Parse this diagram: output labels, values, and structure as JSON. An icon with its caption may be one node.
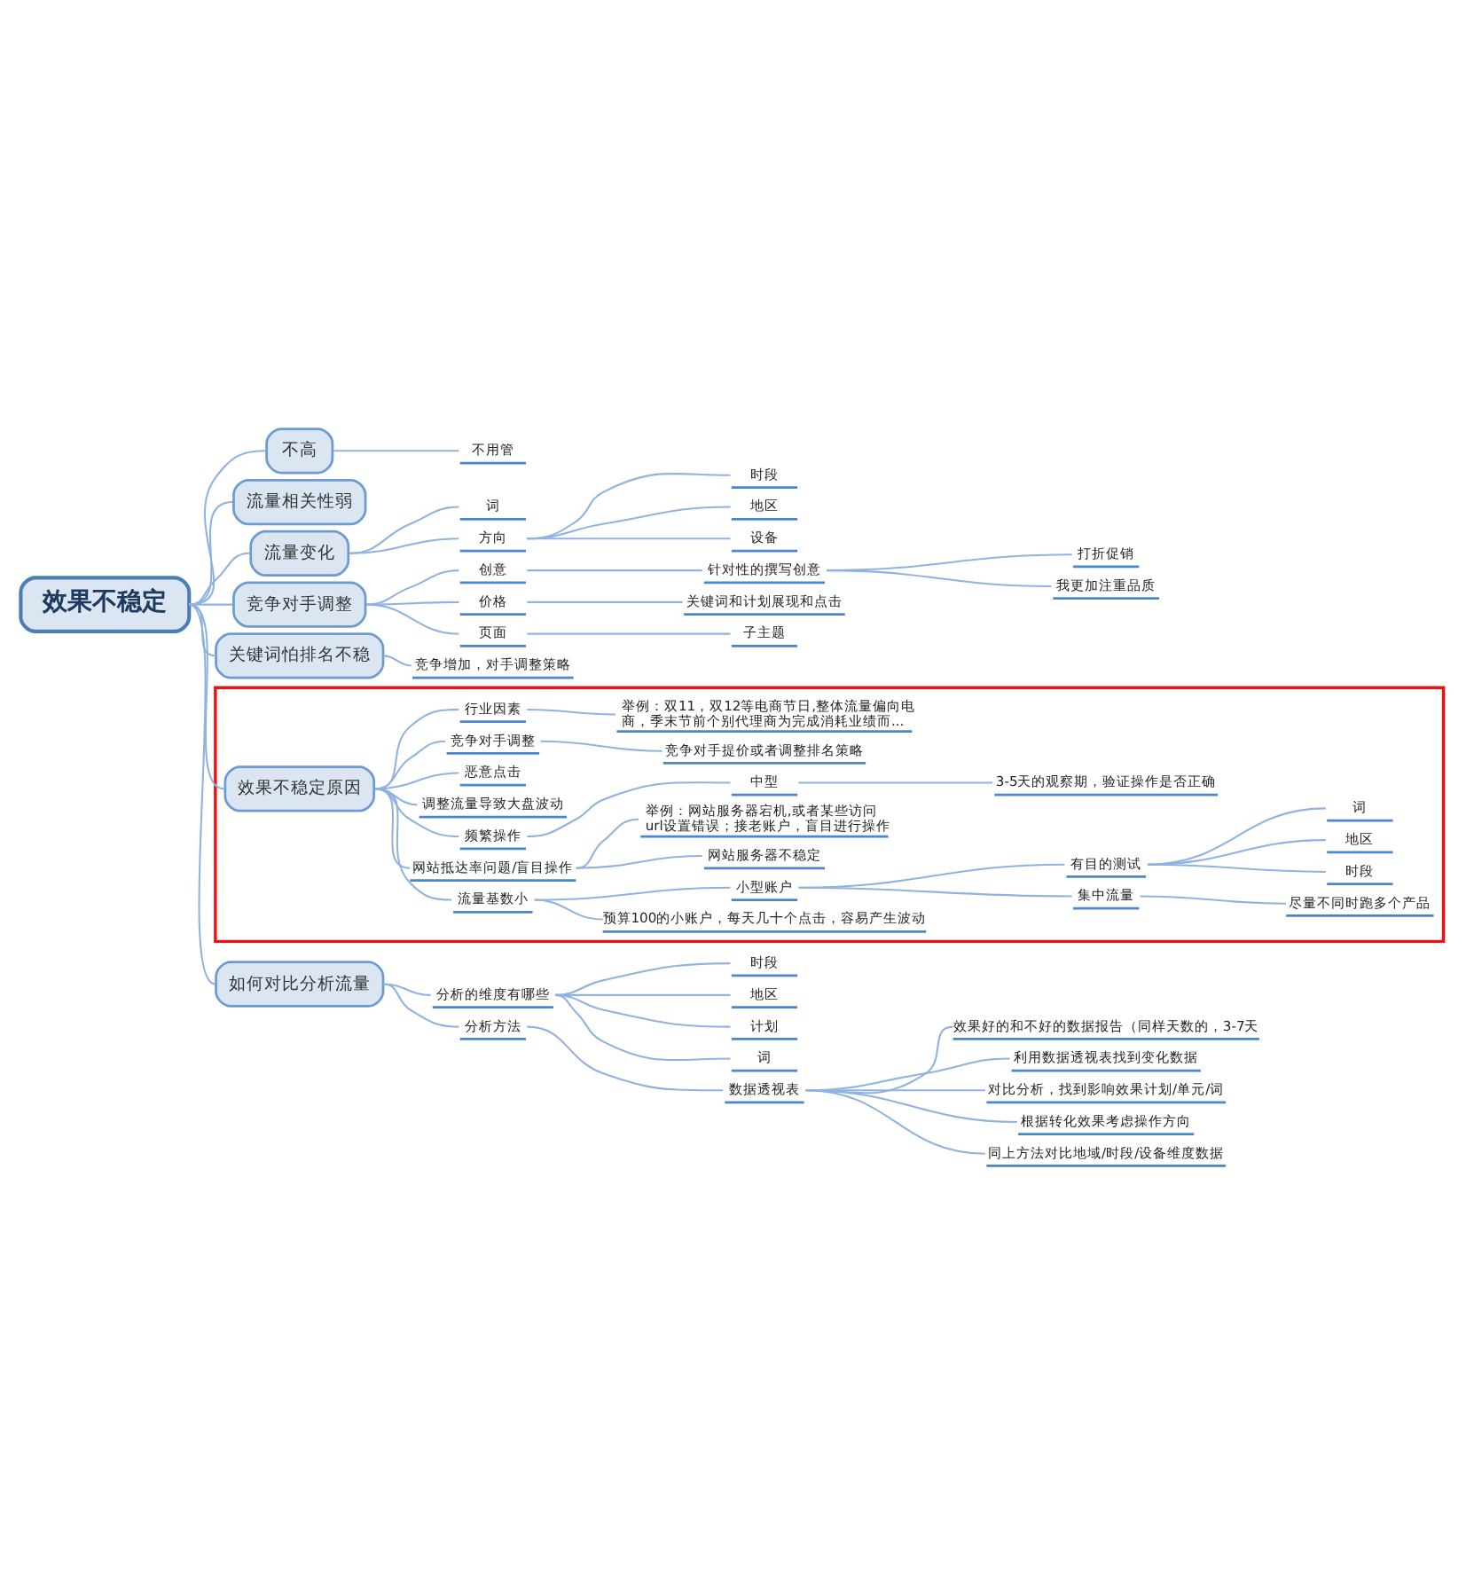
{
  "diagram": {
    "nodes": [
      {
        "text": [
          "效果不稳定"
        ]
      },
      {
        "text": [
          "不高"
        ]
      },
      {
        "text": [
          "不用管"
        ]
      },
      {
        "text": [
          "流量相关性弱"
        ]
      },
      {
        "text": [
          "流量变化"
        ]
      },
      {
        "text": [
          "词"
        ]
      },
      {
        "text": [
          "方向"
        ]
      },
      {
        "text": [
          "时段"
        ]
      },
      {
        "text": [
          "地区"
        ]
      },
      {
        "text": [
          "设备"
        ]
      },
      {
        "text": [
          "竞争对手调整"
        ]
      },
      {
        "text": [
          "创意"
        ]
      },
      {
        "text": [
          "针对性的撰写创意"
        ]
      },
      {
        "text": [
          "打折促销"
        ]
      },
      {
        "text": [
          "我更加注重品质"
        ]
      },
      {
        "text": [
          "价格"
        ]
      },
      {
        "text": [
          "关键词和计划展现和点击"
        ]
      },
      {
        "text": [
          "页面"
        ]
      },
      {
        "text": [
          "子主题"
        ]
      },
      {
        "text": [
          "关键词怕排名不稳"
        ]
      },
      {
        "text": [
          "竞争增加，对手调整策略"
        ]
      },
      {
        "text": [],
        "shape": "box"
      },
      {
        "text": [
          "效果不稳定原因"
        ],
        "in": 21
      },
      {
        "text": [
          "流量基数小"
        ],
        "in": 21
      },
      {
        "text": [
          "预算100的小账户，每天几十个点击，容易产生波动"
        ],
        "in": 21
      },
      {
        "text": [
          "小型账户"
        ],
        "in": 21
      },
      {
        "text": [
          "集中流量"
        ],
        "in": 21
      },
      {
        "text": [
          "尽量不同时跑多个产品"
        ],
        "in": 21
      },
      {
        "text": [
          "有目的测试"
        ],
        "in": 21
      },
      {
        "text": [
          "时段"
        ],
        "in": 21
      },
      {
        "text": [
          "地区"
        ],
        "in": 21
      },
      {
        "text": [
          "词"
        ],
        "in": 21
      },
      {
        "text": [
          "网站抵达率问题/盲目操作"
        ],
        "in": 21
      },
      {
        "text": [
          "网站服务器不稳定"
        ],
        "in": 21
      },
      {
        "text": [
          "举例：网站服务器宕机,或者某些访问url设置错误；接老账户，盲目进行操作"
        ],
        "in": 21
      },
      {
        "text": [
          "频繁操作"
        ],
        "in": 21
      },
      {
        "text": [
          "中型"
        ],
        "in": 21
      },
      {
        "text": [
          "3-5天的观察期，验证操作是否正确"
        ],
        "in": 21
      },
      {
        "text": [
          "调整流量导致大盘波动"
        ],
        "in": 21
      },
      {
        "text": [
          "恶意点击"
        ],
        "in": 21
      },
      {
        "text": [
          "竞争对手调整"
        ],
        "in": 21
      },
      {
        "text": [
          "竞争对手提价或者调整排名策略"
        ],
        "in": 21
      },
      {
        "text": [
          "行业因素"
        ],
        "in": 21
      },
      {
        "text": [
          "举例：双11，双12等电商节日,整体流量偏向电商，季末节前个别代理商为完成消耗业绩而..."
        ],
        "in": 21
      },
      {
        "text": [
          "如何对比分析流量"
        ]
      },
      {
        "text": [
          "分析的维度有哪些"
        ]
      },
      {
        "text": [
          "时段"
        ]
      },
      {
        "text": [
          "地区"
        ]
      },
      {
        "text": [
          "计划"
        ]
      },
      {
        "text": [
          "词"
        ]
      },
      {
        "text": [
          "分析方法"
        ]
      },
      {
        "text": [
          "数据透视表"
        ]
      },
      {
        "text": [
          "效果好的和不好的数据报告（同样天数的，3-7天"
        ]
      },
      {
        "text": [
          "利用数据透视表找到变化数据"
        ]
      },
      {
        "text": [
          "对比分析，找到影响效果计划/单元/词"
        ]
      },
      {
        "text": [
          "根据转化效果考虑操作方向"
        ]
      },
      {
        "text": [
          "同上方法对比地域/时段/设备维度数据"
        ]
      }
    ],
    "edges": [
      {
        "from": 0,
        "to": 1,
        "arrow": "none"
      },
      {
        "from": 1,
        "to": 2,
        "arrow": "none"
      },
      {
        "from": 0,
        "to": 3,
        "arrow": "none"
      },
      {
        "from": 0,
        "to": 4,
        "arrow": "none"
      },
      {
        "from": 4,
        "to": 5,
        "arrow": "none"
      },
      {
        "from": 4,
        "to": 6,
        "arrow": "none"
      },
      {
        "from": 6,
        "to": 7,
        "arrow": "none"
      },
      {
        "from": 6,
        "to": 8,
        "arrow": "none"
      },
      {
        "from": 6,
        "to": 9,
        "arrow": "none"
      },
      {
        "from": 0,
        "to": 10,
        "arrow": "none"
      },
      {
        "from": 10,
        "to": 11,
        "arrow": "none"
      },
      {
        "from": 11,
        "to": 12,
        "arrow": "none"
      },
      {
        "from": 12,
        "to": 13,
        "arrow": "none"
      },
      {
        "from": 12,
        "to": 14,
        "arrow": "none"
      },
      {
        "from": 10,
        "to": 15,
        "arrow": "none"
      },
      {
        "from": 15,
        "to": 16,
        "arrow": "none"
      },
      {
        "from": 10,
        "to": 17,
        "arrow": "none"
      },
      {
        "from": 17,
        "to": 18,
        "arrow": "none"
      },
      {
        "from": 0,
        "to": 19,
        "arrow": "none"
      },
      {
        "from": 19,
        "to": 20,
        "arrow": "none"
      },
      {
        "from": 0,
        "to": 22,
        "arrow": "none"
      },
      {
        "from": 22,
        "to": 23,
        "arrow": "none"
      },
      {
        "from": 23,
        "to": 24,
        "arrow": "none"
      },
      {
        "from": 23,
        "to": 25,
        "arrow": "none"
      },
      {
        "from": 25,
        "to": 26,
        "arrow": "none"
      },
      {
        "from": 26,
        "to": 27,
        "arrow": "none"
      },
      {
        "from": 25,
        "to": 28,
        "arrow": "none"
      },
      {
        "from": 28,
        "to": 29,
        "arrow": "none"
      },
      {
        "from": 28,
        "to": 30,
        "arrow": "none"
      },
      {
        "from": 28,
        "to": 31,
        "arrow": "none"
      },
      {
        "from": 22,
        "to": 32,
        "arrow": "none"
      },
      {
        "from": 32,
        "to": 33,
        "arrow": "none"
      },
      {
        "from": 32,
        "to": 34,
        "arrow": "none"
      },
      {
        "from": 22,
        "to": 35,
        "arrow": "none"
      },
      {
        "from": 35,
        "to": 36,
        "arrow": "none"
      },
      {
        "from": 36,
        "to": 37,
        "arrow": "none"
      },
      {
        "from": 22,
        "to": 38,
        "arrow": "none"
      },
      {
        "from": 22,
        "to": 39,
        "arrow": "none"
      },
      {
        "from": 22,
        "to": 40,
        "arrow": "none"
      },
      {
        "from": 40,
        "to": 41,
        "arrow": "none"
      },
      {
        "from": 22,
        "to": 42,
        "arrow": "none"
      },
      {
        "from": 42,
        "to": 43,
        "arrow": "none"
      },
      {
        "from": 0,
        "to": 44,
        "arrow": "none"
      },
      {
        "from": 44,
        "to": 45,
        "arrow": "none"
      },
      {
        "from": 45,
        "to": 46,
        "arrow": "none"
      },
      {
        "from": 45,
        "to": 47,
        "arrow": "none"
      },
      {
        "from": 45,
        "to": 48,
        "arrow": "none"
      },
      {
        "from": 45,
        "to": 49,
        "arrow": "none"
      },
      {
        "from": 44,
        "to": 50,
        "arrow": "none"
      },
      {
        "from": 50,
        "to": 51,
        "arrow": "none"
      },
      {
        "from": 51,
        "to": 52,
        "arrow": "none"
      },
      {
        "from": 51,
        "to": 53,
        "arrow": "none"
      },
      {
        "from": 51,
        "to": 54,
        "arrow": "none"
      },
      {
        "from": 51,
        "to": 55,
        "arrow": "none"
      },
      {
        "from": 51,
        "to": 56,
        "arrow": "none"
      }
    ]
  }
}
